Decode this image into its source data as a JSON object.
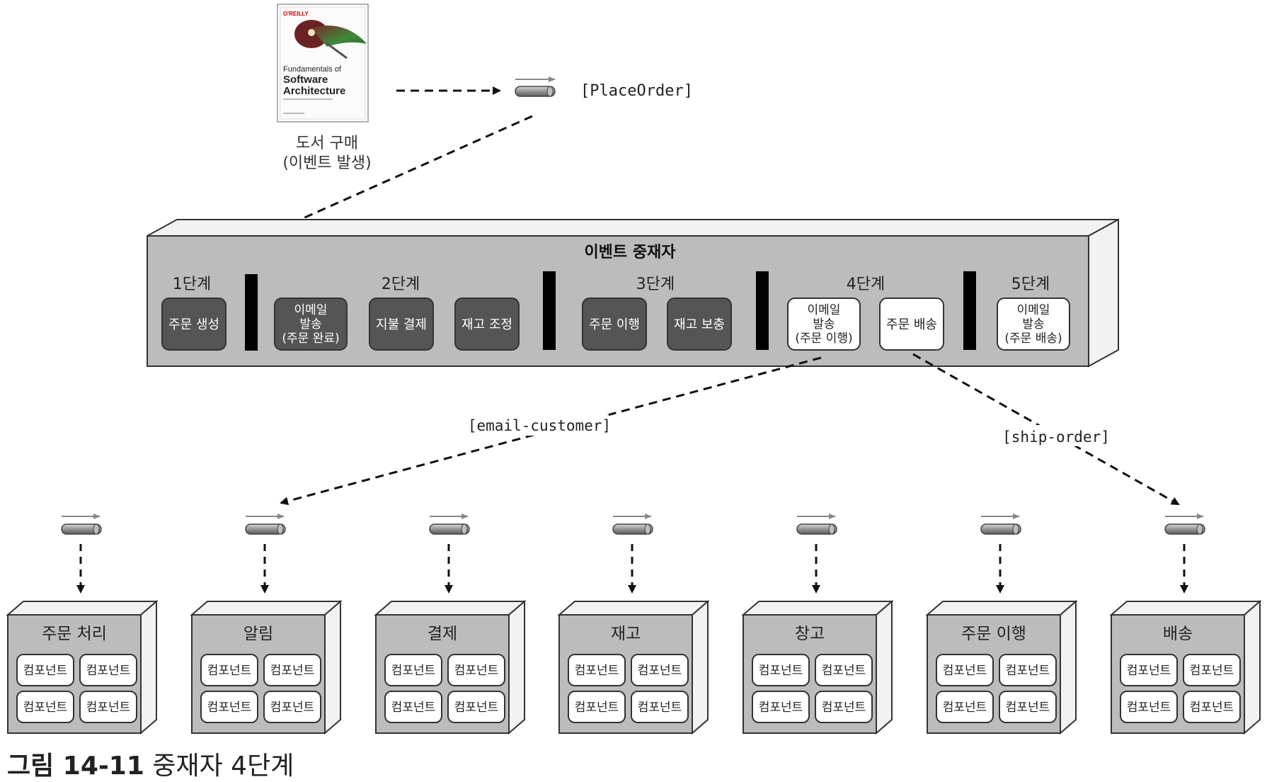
{
  "book": {
    "publisher": "O'REILLY",
    "title_line1": "Fundamentals of",
    "title_line2": "Software",
    "title_line3": "Architecture",
    "caption_line1": "도서 구매",
    "caption_line2": "(이벤트 발생)"
  },
  "topic_place_order": "[PlaceOrder]",
  "mediator": {
    "title": "이벤트 중재자",
    "steps": [
      {
        "label": "1단계",
        "tasks": [
          {
            "lines": [
              "주문 생성"
            ],
            "style": "dark"
          }
        ]
      },
      {
        "label": "2단계",
        "tasks": [
          {
            "lines": [
              "이메일",
              "발송",
              "(주문 완료)"
            ],
            "style": "dark"
          },
          {
            "lines": [
              "지불 결제"
            ],
            "style": "dark"
          },
          {
            "lines": [
              "재고 조정"
            ],
            "style": "dark"
          }
        ]
      },
      {
        "label": "3단계",
        "tasks": [
          {
            "lines": [
              "주문 이행"
            ],
            "style": "dark"
          },
          {
            "lines": [
              "재고 보충"
            ],
            "style": "dark"
          }
        ]
      },
      {
        "label": "4단계",
        "tasks": [
          {
            "lines": [
              "이메일",
              "발송",
              "(주문 이행)"
            ],
            "style": "light"
          },
          {
            "lines": [
              "주문 배송"
            ],
            "style": "light"
          }
        ]
      },
      {
        "label": "5단계",
        "tasks": [
          {
            "lines": [
              "이메일",
              "발송",
              "(주문 배송)"
            ],
            "style": "light"
          }
        ]
      }
    ]
  },
  "topic_email": "[email-customer]",
  "topic_ship": "[ship-order]",
  "services": [
    {
      "name": "주문 처리",
      "components": [
        "컴포넌트",
        "컴포넌트",
        "컴포넌트",
        "컴포넌트"
      ]
    },
    {
      "name": "알림",
      "components": [
        "컴포넌트",
        "컴포넌트",
        "컴포넌트",
        "컴포넌트"
      ]
    },
    {
      "name": "결제",
      "components": [
        "컴포넌트",
        "컴포넌트",
        "컴포넌트",
        "컴포넌트"
      ]
    },
    {
      "name": "재고",
      "components": [
        "컴포넌트",
        "컴포넌트",
        "컴포넌트",
        "컴포넌트"
      ]
    },
    {
      "name": "창고",
      "components": [
        "컴포넌트",
        "컴포넌트",
        "컴포넌트",
        "컴포넌트"
      ]
    },
    {
      "name": "주문 이행",
      "components": [
        "컴포넌트",
        "컴포넌트",
        "컴포넌트",
        "컴포넌트"
      ]
    },
    {
      "name": "배송",
      "components": [
        "컴포넌트",
        "컴포넌트",
        "컴포넌트",
        "컴포넌트"
      ]
    }
  ],
  "figure_caption": {
    "number": "그림 14-11",
    "title": "중재자 4단계"
  },
  "colors": {
    "box_fill": "#bcbcbc",
    "box_side": "#f2f2f2",
    "dark_task": "#555555",
    "separator": "#000000",
    "stroke": "#333333"
  }
}
